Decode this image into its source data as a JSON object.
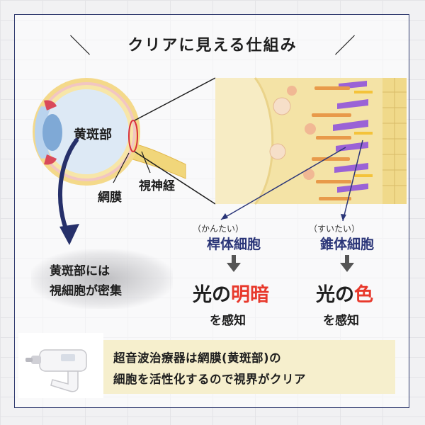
{
  "title": "クリアに見える仕組み",
  "eye": {
    "macula_label": "黄斑部",
    "retina_label": "網膜",
    "optic_nerve_label": "視神経"
  },
  "macula_note": {
    "line1": "黄斑部には",
    "line2": "視細胞が密集"
  },
  "rod": {
    "reading": "（かんたい）",
    "name": "桿体細胞",
    "sense_prefix": "光の",
    "sense_highlight": "明暗",
    "sense_suffix": "を感知"
  },
  "cone": {
    "reading": "（すいたい）",
    "name": "錐体細胞",
    "sense_prefix": "光の",
    "sense_highlight": "色",
    "sense_suffix": "を感知"
  },
  "footer": {
    "line1": "超音波治療器は網膜(黄斑部)の",
    "line2": "細胞を活性化するので視界がクリア"
  },
  "colors": {
    "navy": "#2a3578",
    "red": "#e8392c",
    "retina_bg": "#f4e3a6",
    "cone": "#9a62d6",
    "rod": "#e89a4a",
    "footer_bg": "#f6efcd"
  }
}
